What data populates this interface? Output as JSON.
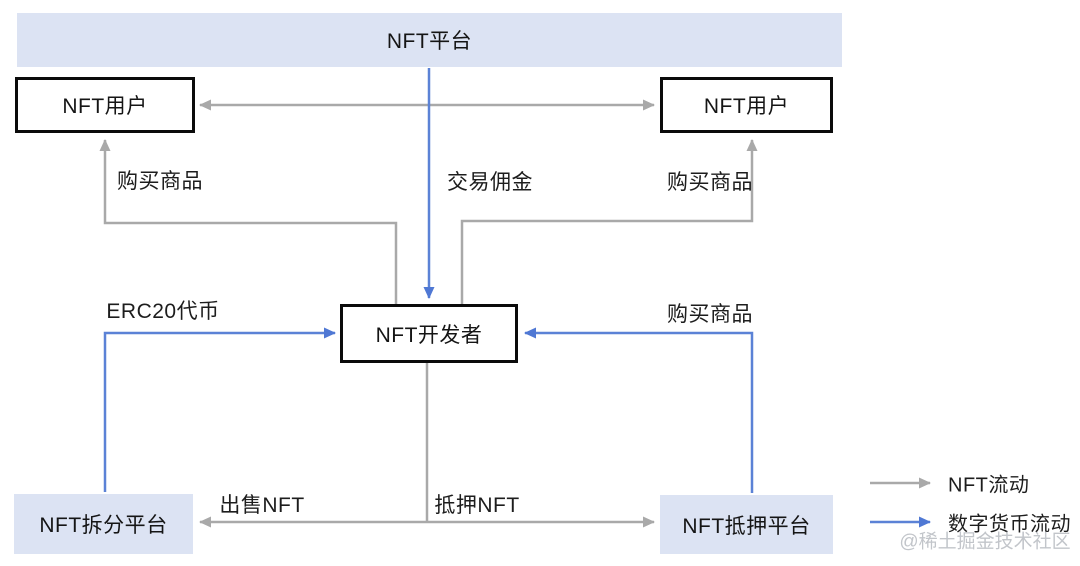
{
  "diagram": {
    "platform": {
      "label": "NFT平台"
    },
    "user_left": {
      "label": "NFT用户"
    },
    "user_right": {
      "label": "NFT用户"
    },
    "developer": {
      "label": "NFT开发者"
    },
    "split_platform": {
      "label": "NFT拆分平台"
    },
    "mortgage_platform": {
      "label": "NFT抵押平台"
    },
    "edges": {
      "buy_goods_left": "购买商品",
      "trade_commission": "交易佣金",
      "buy_goods_right": "购买商品",
      "erc20_token": "ERC20代币",
      "buy_goods_from_mortgage": "购买商品",
      "sell_nft": "出售NFT",
      "pledge_nft": "抵押NFT"
    }
  },
  "legend": {
    "nft_flow": "NFT流动",
    "digital_currency_flow": "数字货币流动"
  },
  "watermark": "@稀土掘金技术社区",
  "colors": {
    "nft_flow_gray": "#a9a9a9",
    "digital_currency_blue": "#5b82d6",
    "panel_fill": "#dce3f3",
    "box_border": "#0b0b0b",
    "background": "#ffffff"
  }
}
